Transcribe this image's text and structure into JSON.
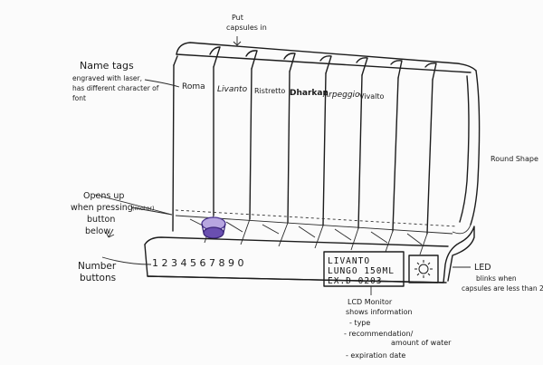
{
  "annotations": {
    "put_capsules": [
      "Put",
      "capsules in"
    ],
    "name_tags": [
      "Name tags",
      "engraved with laser,",
      "has different character of",
      "font"
    ],
    "round_shape": "Round Shape",
    "opens_up": [
      "Opens up",
      "when pressing",
      "button",
      "below"
    ],
    "motor": "(motor)",
    "number_buttons": [
      "Number",
      "buttons"
    ],
    "led": [
      "LED",
      "blinks when",
      "capsules are less than 2"
    ],
    "lcd_monitor": [
      "LCD Monitor",
      "shows information",
      "- type",
      "- recommendation/",
      "amount of water",
      "- expiration date"
    ]
  },
  "slot_names": [
    "Roma",
    "Livanto",
    "Ristretto",
    "Dharkan",
    "Arpeggio",
    "Vivalto"
  ],
  "number_row": "1 2 3 4 5 6 7 8 9 0",
  "lcd": [
    "LIVANTO",
    "LUNGO 150ML",
    "EX.D 0203"
  ],
  "colors": {
    "ink": "#1c1c1c",
    "capsule": "#6a4fb0",
    "paper": "#fbfbfb"
  }
}
